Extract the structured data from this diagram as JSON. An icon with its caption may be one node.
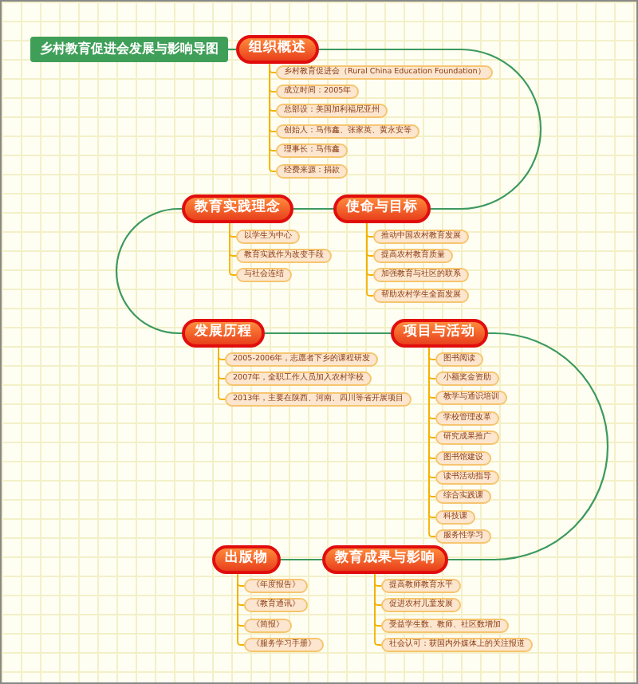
{
  "diagram": {
    "nodes": [
      {
        "text": [
          "乡村教育促进会发展与影响导图"
        ]
      },
      {
        "text": [
          "组织概述"
        ]
      },
      {
        "text": [
          "乡村教育促进会（Rural China Education Foundation）"
        ]
      },
      {
        "text": [
          "成立时间：2005年"
        ]
      },
      {
        "text": [
          "总部设：美国加利福尼亚州"
        ]
      },
      {
        "text": [
          "创始人：马伟鑫、张家英、黄永安等"
        ]
      },
      {
        "text": [
          "理事长：马伟鑫"
        ]
      },
      {
        "text": [
          "经费来源：捐款"
        ]
      },
      {
        "text": [
          "使命与目标"
        ]
      },
      {
        "text": [
          "推动中国农村教育发展"
        ]
      },
      {
        "text": [
          "提高农村教育质量"
        ]
      },
      {
        "text": [
          "加强教育与社区的联系"
        ]
      },
      {
        "text": [
          "帮助农村学生全面发展"
        ]
      },
      {
        "text": [
          "教育实践理念"
        ]
      },
      {
        "text": [
          "以学生为中心"
        ]
      },
      {
        "text": [
          "教育实践作为改变手段"
        ]
      },
      {
        "text": [
          "与社会连结"
        ]
      },
      {
        "text": [
          "发展历程"
        ]
      },
      {
        "text": [
          "2005-2006年，志愿者下乡的课程研发"
        ]
      },
      {
        "text": [
          "2007年，全职工作人员加入农村学校"
        ]
      },
      {
        "text": [
          "2013年，主要在陕西、河南、四川等省开展项目"
        ]
      },
      {
        "text": [
          "项目与活动"
        ]
      },
      {
        "text": [
          "图书阅读"
        ]
      },
      {
        "text": [
          "小额奖金资助"
        ]
      },
      {
        "text": [
          "教学与通识培训"
        ]
      },
      {
        "text": [
          "学校管理改革"
        ]
      },
      {
        "text": [
          "研究成果推广"
        ]
      },
      {
        "text": [
          "图书馆建设"
        ]
      },
      {
        "text": [
          "读书活动指导"
        ]
      },
      {
        "text": [
          "综合实践课"
        ]
      },
      {
        "text": [
          "科技课"
        ]
      },
      {
        "text": [
          "服务性学习"
        ]
      },
      {
        "text": [
          "教育成果与影响"
        ]
      },
      {
        "text": [
          "提高教师教育水平"
        ]
      },
      {
        "text": [
          "促进农村儿童发展"
        ]
      },
      {
        "text": [
          "受益学生数、教师、社区数增加"
        ]
      },
      {
        "text": [
          "社会认可：获国内外媒体上的关注报道"
        ]
      },
      {
        "text": [
          "出版物"
        ]
      },
      {
        "text": [
          "《年度报告》"
        ]
      },
      {
        "text": [
          "《教育通讯》"
        ]
      },
      {
        "text": [
          "《简报》"
        ]
      },
      {
        "text": [
          "《服务学习手册》"
        ]
      }
    ],
    "edges": [
      {
        "from": 0,
        "to": 1,
        "arrow": "none",
        "color": "#3c9a5f"
      },
      {
        "from": 1,
        "to": 8,
        "arrow": "none",
        "color": "#3c9a5f"
      },
      {
        "from": 8,
        "to": 13,
        "arrow": "none",
        "color": "#3c9a5f"
      },
      {
        "from": 13,
        "to": 17,
        "arrow": "none",
        "color": "#3c9a5f"
      },
      {
        "from": 17,
        "to": 21,
        "arrow": "none",
        "color": "#3c9a5f"
      },
      {
        "from": 21,
        "to": 32,
        "arrow": "none",
        "color": "#3c9a5f"
      },
      {
        "from": 32,
        "to": 37,
        "arrow": "none",
        "color": "#3c9a5f"
      },
      {
        "from": 1,
        "to": 2,
        "arrow": "none"
      },
      {
        "from": 1,
        "to": 3,
        "arrow": "none"
      },
      {
        "from": 1,
        "to": 4,
        "arrow": "none"
      },
      {
        "from": 1,
        "to": 5,
        "arrow": "none"
      },
      {
        "from": 1,
        "to": 6,
        "arrow": "none"
      },
      {
        "from": 1,
        "to": 7,
        "arrow": "none"
      },
      {
        "from": 8,
        "to": 9,
        "arrow": "none"
      },
      {
        "from": 8,
        "to": 10,
        "arrow": "none"
      },
      {
        "from": 8,
        "to": 11,
        "arrow": "none"
      },
      {
        "from": 8,
        "to": 12,
        "arrow": "none"
      },
      {
        "from": 13,
        "to": 14,
        "arrow": "none"
      },
      {
        "from": 13,
        "to": 15,
        "arrow": "none"
      },
      {
        "from": 13,
        "to": 16,
        "arrow": "none"
      },
      {
        "from": 17,
        "to": 18,
        "arrow": "none"
      },
      {
        "from": 17,
        "to": 19,
        "arrow": "none"
      },
      {
        "from": 17,
        "to": 20,
        "arrow": "none"
      },
      {
        "from": 21,
        "to": 22,
        "arrow": "none"
      },
      {
        "from": 21,
        "to": 23,
        "arrow": "none"
      },
      {
        "from": 21,
        "to": 24,
        "arrow": "none"
      },
      {
        "from": 21,
        "to": 25,
        "arrow": "none"
      },
      {
        "from": 21,
        "to": 26,
        "arrow": "none"
      },
      {
        "from": 21,
        "to": 27,
        "arrow": "none"
      },
      {
        "from": 21,
        "to": 28,
        "arrow": "none"
      },
      {
        "from": 21,
        "to": 29,
        "arrow": "none"
      },
      {
        "from": 21,
        "to": 30,
        "arrow": "none"
      },
      {
        "from": 21,
        "to": 31,
        "arrow": "none"
      },
      {
        "from": 32,
        "to": 33,
        "arrow": "none"
      },
      {
        "from": 32,
        "to": 34,
        "arrow": "none"
      },
      {
        "from": 32,
        "to": 35,
        "arrow": "none"
      },
      {
        "from": 32,
        "to": 36,
        "arrow": "none"
      },
      {
        "from": 37,
        "to": 38,
        "arrow": "none"
      },
      {
        "from": 37,
        "to": 39,
        "arrow": "none"
      },
      {
        "from": 37,
        "to": 40,
        "arrow": "none"
      },
      {
        "from": 37,
        "to": 41,
        "arrow": "none"
      }
    ]
  }
}
